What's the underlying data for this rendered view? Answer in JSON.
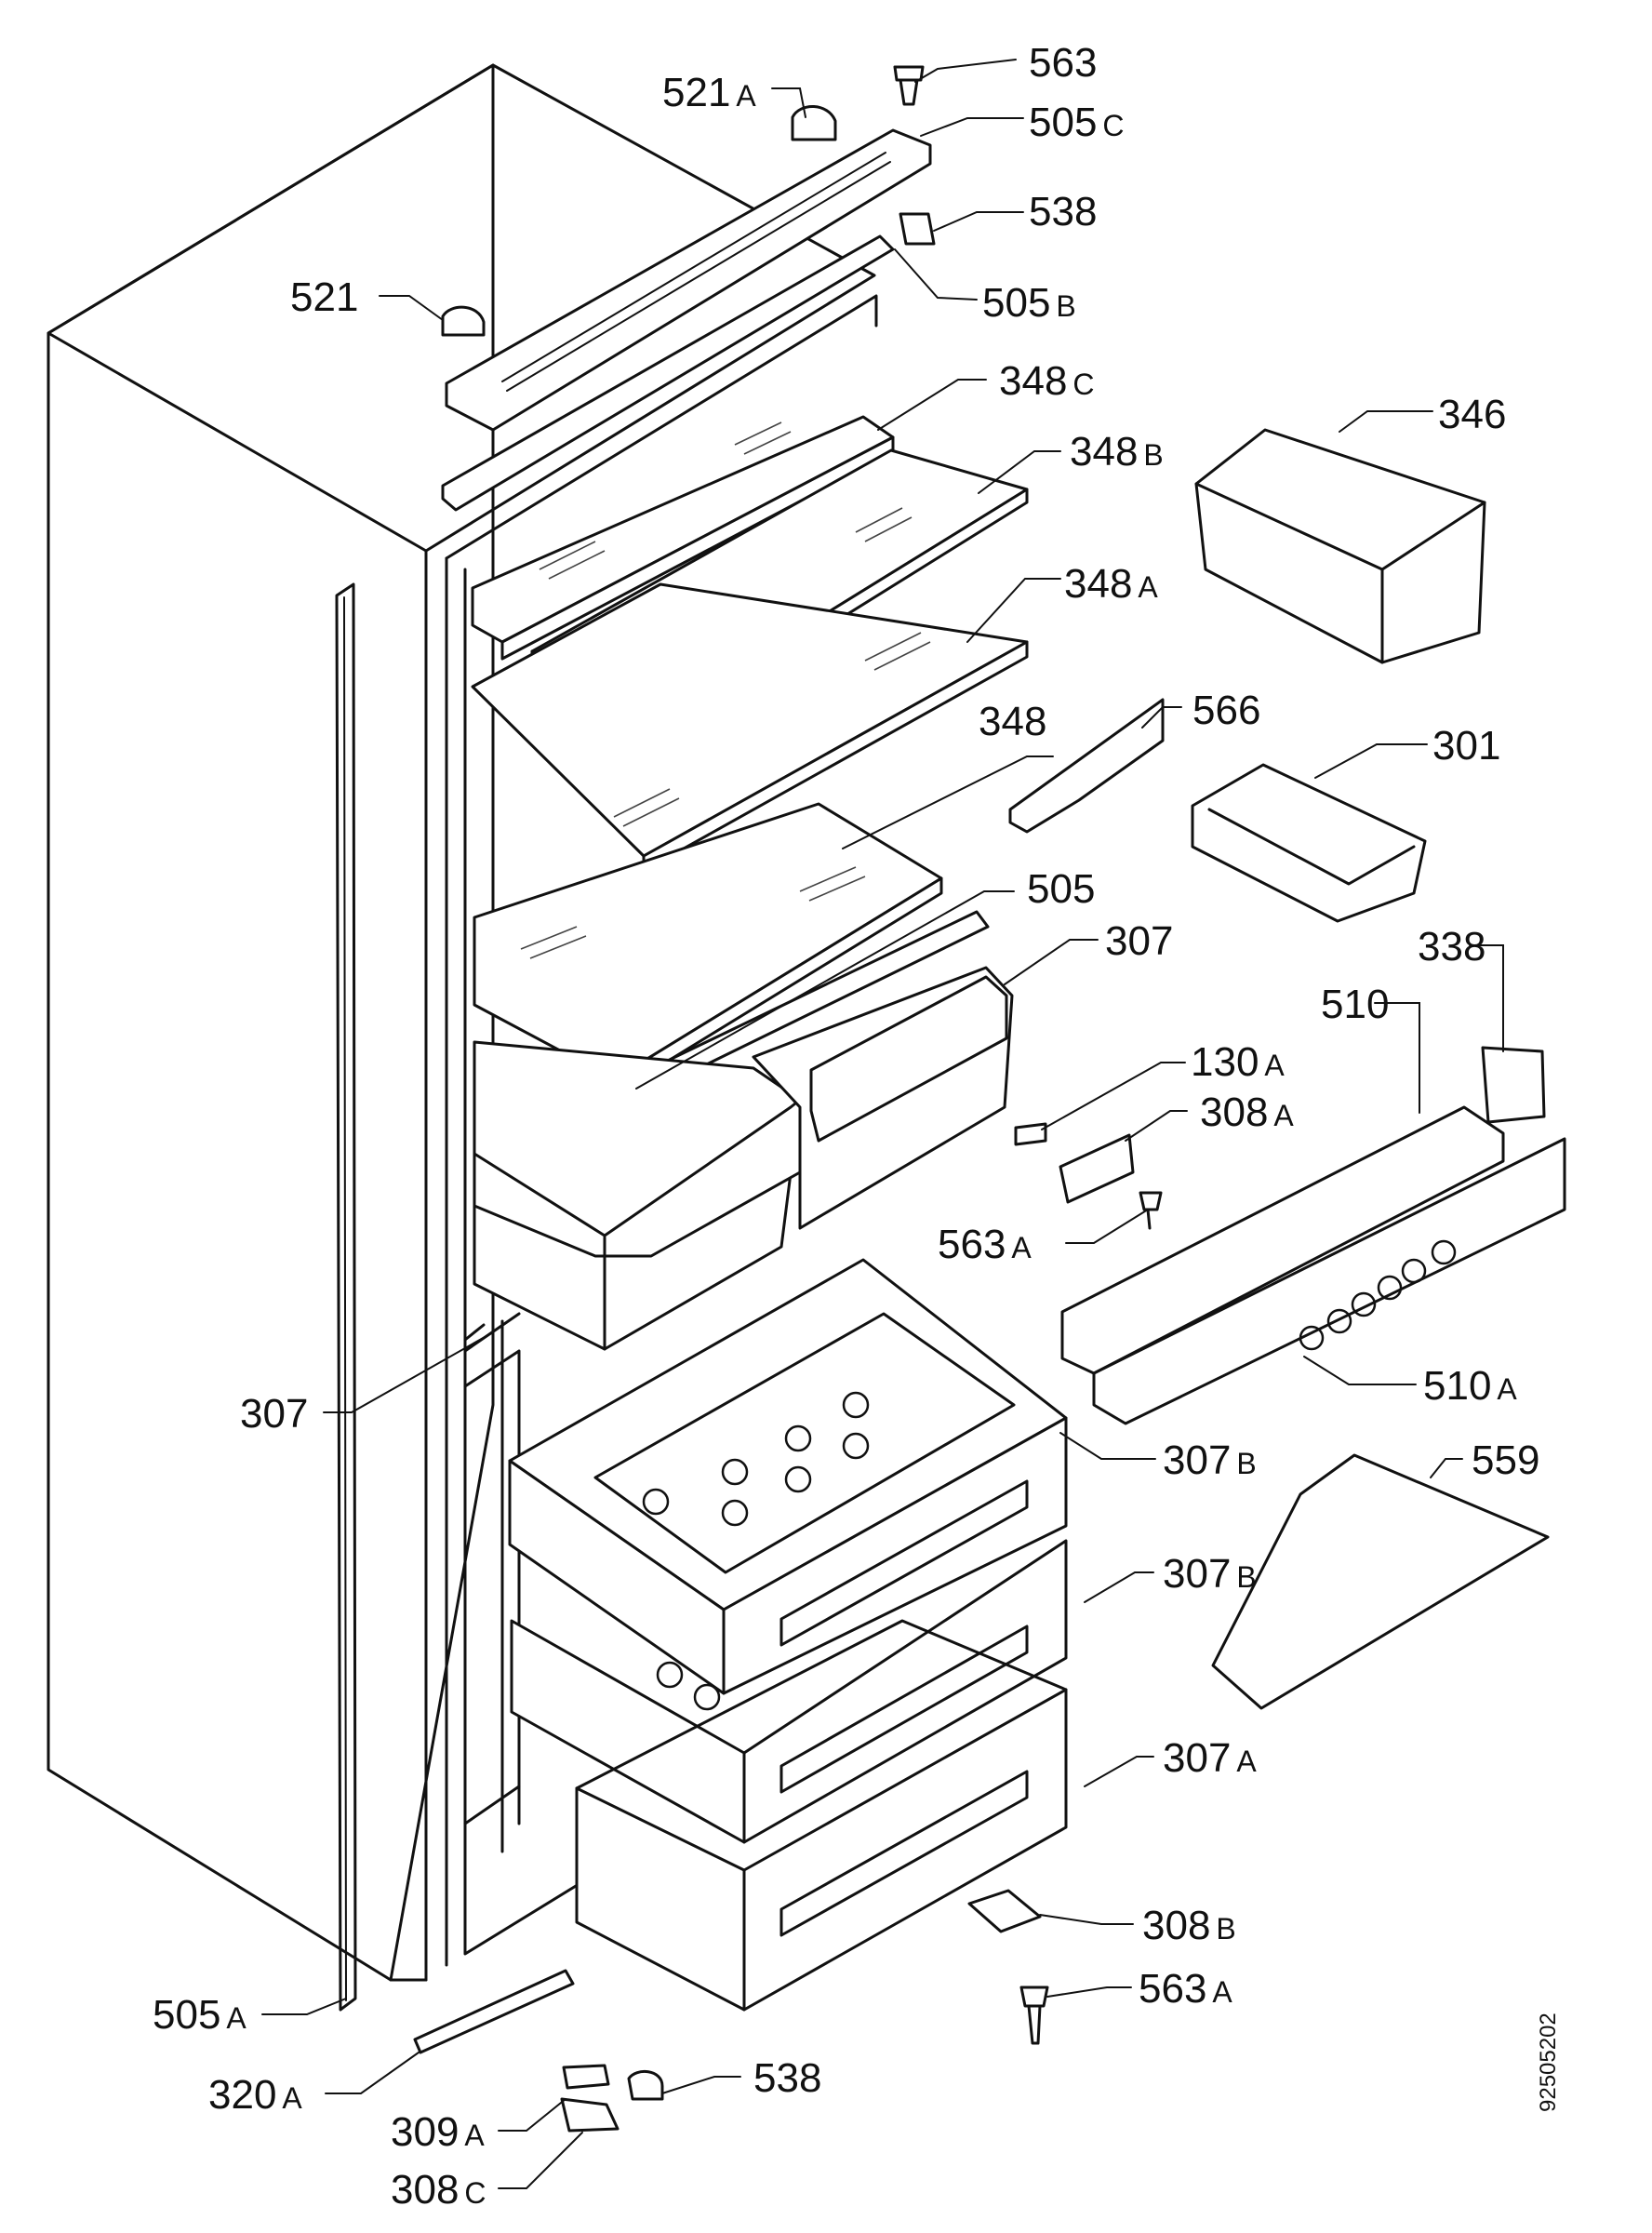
{
  "document_id": "92505202",
  "parts": [
    {
      "num": "563",
      "suffix": ""
    },
    {
      "num": "521",
      "suffix": "A"
    },
    {
      "num": "505",
      "suffix": "C"
    },
    {
      "num": "538",
      "suffix": ""
    },
    {
      "num": "521",
      "suffix": ""
    },
    {
      "num": "505",
      "suffix": "B"
    },
    {
      "num": "348",
      "suffix": "C"
    },
    {
      "num": "346",
      "suffix": ""
    },
    {
      "num": "348",
      "suffix": "B"
    },
    {
      "num": "348",
      "suffix": "A"
    },
    {
      "num": "566",
      "suffix": ""
    },
    {
      "num": "301",
      "suffix": ""
    },
    {
      "num": "348",
      "suffix": ""
    },
    {
      "num": "505",
      "suffix": ""
    },
    {
      "num": "307",
      "suffix": ""
    },
    {
      "num": "338",
      "suffix": ""
    },
    {
      "num": "510",
      "suffix": ""
    },
    {
      "num": "130",
      "suffix": "A"
    },
    {
      "num": "308",
      "suffix": "A"
    },
    {
      "num": "563",
      "suffix": "A"
    },
    {
      "num": "307",
      "suffix": ""
    },
    {
      "num": "510",
      "suffix": "A"
    },
    {
      "num": "307",
      "suffix": "B"
    },
    {
      "num": "559",
      "suffix": ""
    },
    {
      "num": "307",
      "suffix": "B"
    },
    {
      "num": "307",
      "suffix": "A"
    },
    {
      "num": "308",
      "suffix": "B"
    },
    {
      "num": "563",
      "suffix": "A"
    },
    {
      "num": "505",
      "suffix": "A"
    },
    {
      "num": "538",
      "suffix": ""
    },
    {
      "num": "320",
      "suffix": "A"
    },
    {
      "num": "309",
      "suffix": "A"
    },
    {
      "num": "308",
      "suffix": "C"
    }
  ]
}
